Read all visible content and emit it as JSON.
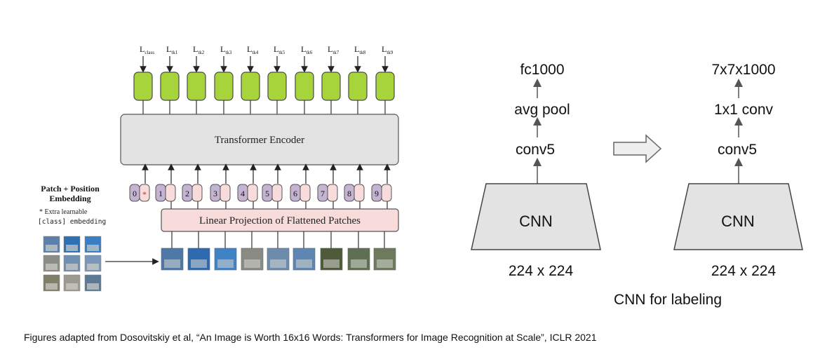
{
  "vit": {
    "output_token_labels": [
      {
        "main": "L",
        "sub": "class"
      },
      {
        "main": "L",
        "sub": "tk1"
      },
      {
        "main": "L",
        "sub": "tk2"
      },
      {
        "main": "L",
        "sub": "tk3"
      },
      {
        "main": "L",
        "sub": "tk4"
      },
      {
        "main": "L",
        "sub": "tk5"
      },
      {
        "main": "L",
        "sub": "tk6"
      },
      {
        "main": "L",
        "sub": "tk7"
      },
      {
        "main": "L",
        "sub": "tk8"
      },
      {
        "main": "L",
        "sub": "tk9"
      }
    ],
    "encoder_label": "Transformer Encoder",
    "projection_label": "Linear Projection of Flattened Patches",
    "embedding_title_line1": "Patch + Position",
    "embedding_title_line2": "Embedding",
    "extra_note_line1": "* Extra learnable",
    "extra_note_line2": "[class] embedding",
    "position_indices": [
      "0",
      "1",
      "2",
      "3",
      "4",
      "5",
      "6",
      "7",
      "8",
      "9"
    ],
    "class_marker": "*",
    "colors": {
      "output_node": "#a6d43a",
      "encoder": "#e3e3e3",
      "projection": "#f8dcdc",
      "position_token": "#c4b3d1",
      "patch_token": "#f8dcdc"
    }
  },
  "cnn_left": {
    "labels": [
      "fc1000",
      "avg pool",
      "conv5"
    ],
    "block_label": "CNN",
    "input_size": "224 x 224"
  },
  "cnn_right": {
    "labels": [
      "7x7x1000",
      "1x1 conv",
      "conv5"
    ],
    "block_label": "CNN",
    "input_size": "224 x 224"
  },
  "cnn_caption": "CNN for labeling",
  "footer_caption": "Figures adapted from Dosovitskiy et al, “An Image is Worth 16x16 Words: Transformers for Image Recognition at Scale”, ICLR 2021"
}
